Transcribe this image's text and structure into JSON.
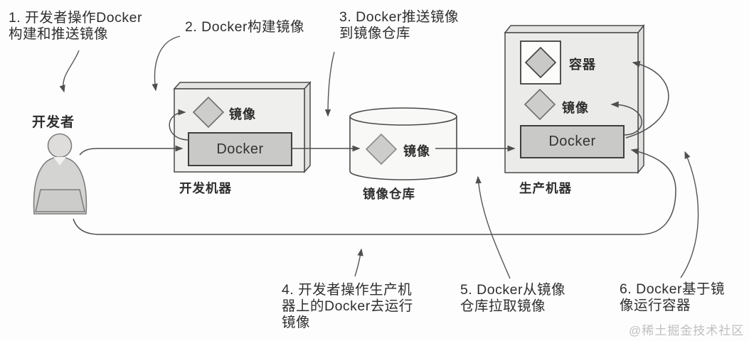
{
  "diagram": {
    "steps": [
      {
        "id": "1",
        "text": "1. 开发者操作Docker\n构建和推送镜像"
      },
      {
        "id": "2",
        "text": "2. Docker构建镜像"
      },
      {
        "id": "3",
        "text": "3. Docker推送镜像\n到镜像仓库"
      },
      {
        "id": "4",
        "text": "4. 开发者操作生产机\n器上的Docker去运行\n镜像"
      },
      {
        "id": "5",
        "text": "5. Docker从镜像\n仓库拉取镜像"
      },
      {
        "id": "6",
        "text": "6. Docker基于镜\n像运行容器"
      }
    ],
    "actor": {
      "label": "开发者"
    },
    "dev_machine": {
      "label": "开发机器",
      "image_label": "镜像",
      "docker_label": "Docker"
    },
    "registry": {
      "label": "镜像仓库",
      "image_label": "镜像"
    },
    "prod_machine": {
      "label": "生产机器",
      "container_label": "容器",
      "image_label": "镜像",
      "docker_label": "Docker"
    },
    "watermark": "@稀土掘金技术社区",
    "colors": {
      "background": "#fdfdfd",
      "machine_fill": "#efefed",
      "prod_machine_fill": "#ebebe9",
      "shape_fill": "#c9c9c7",
      "diamond_fill": "#cdcdcb",
      "cylinder_fill": "#f8f8f6",
      "container_fill": "#fcfcfa",
      "outline": "#4a4a4a",
      "arrow": "#4f4f4f",
      "text": "#2e2e2e",
      "watermark": "#bfbfbf"
    }
  }
}
